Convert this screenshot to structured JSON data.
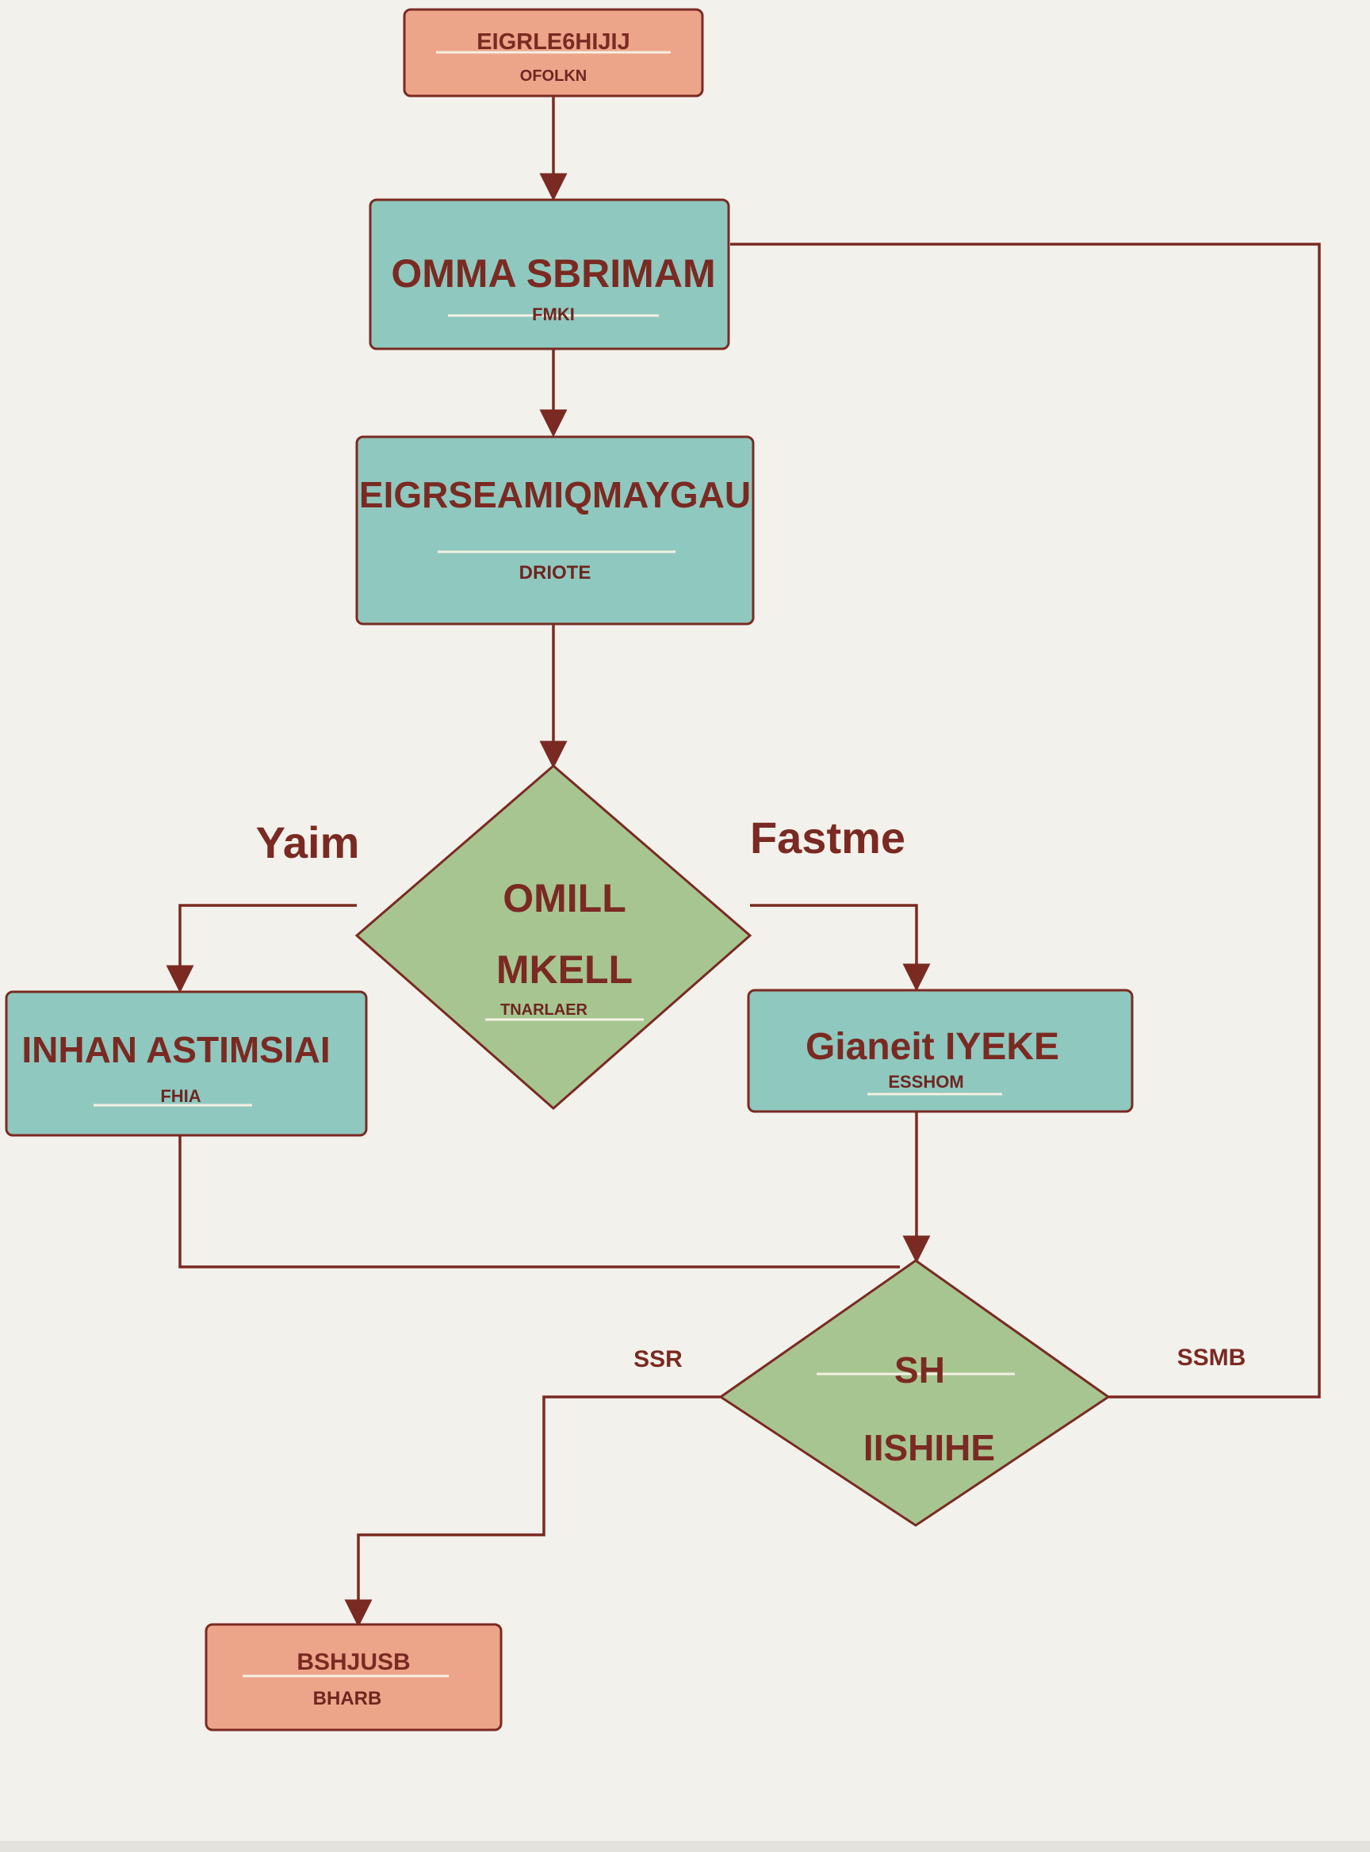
{
  "palette": {
    "background": "#f3f1ec",
    "terminal_fill": "#eda58a",
    "process_fill": "#8fc8be",
    "decision_fill": "#a7c590",
    "stroke": "#7a2a22",
    "text": "#7a2a22",
    "divider": "#f4f0e4"
  },
  "nodes": {
    "start": {
      "title": "EIGRLE6HIJIJ",
      "sub": "OFOLKN"
    },
    "process_1": {
      "title": "OMMA SBRIMAM",
      "sub": "FMKI"
    },
    "process_2": {
      "title": "EIGRSEAMIQMAYGAU",
      "sub": "DRIOTE"
    },
    "decision_1": {
      "title": "OMILL",
      "title_2": "MKELL",
      "sub": "TNARLAER"
    },
    "process_left": {
      "title": "INHAN ASTIMSIAI",
      "sub": "FHIA"
    },
    "process_right": {
      "title": "Gianeit IYEKE",
      "sub": "ESSHOM"
    },
    "decision_2": {
      "title": "SH",
      "title_2": "IISHIHE"
    },
    "end": {
      "title": "BSHJUSB",
      "sub": "BHARB"
    }
  },
  "branch_labels": {
    "yes": "Yaim",
    "no": "Fastme",
    "left_small": "SSR",
    "right_small": "SSMB"
  }
}
